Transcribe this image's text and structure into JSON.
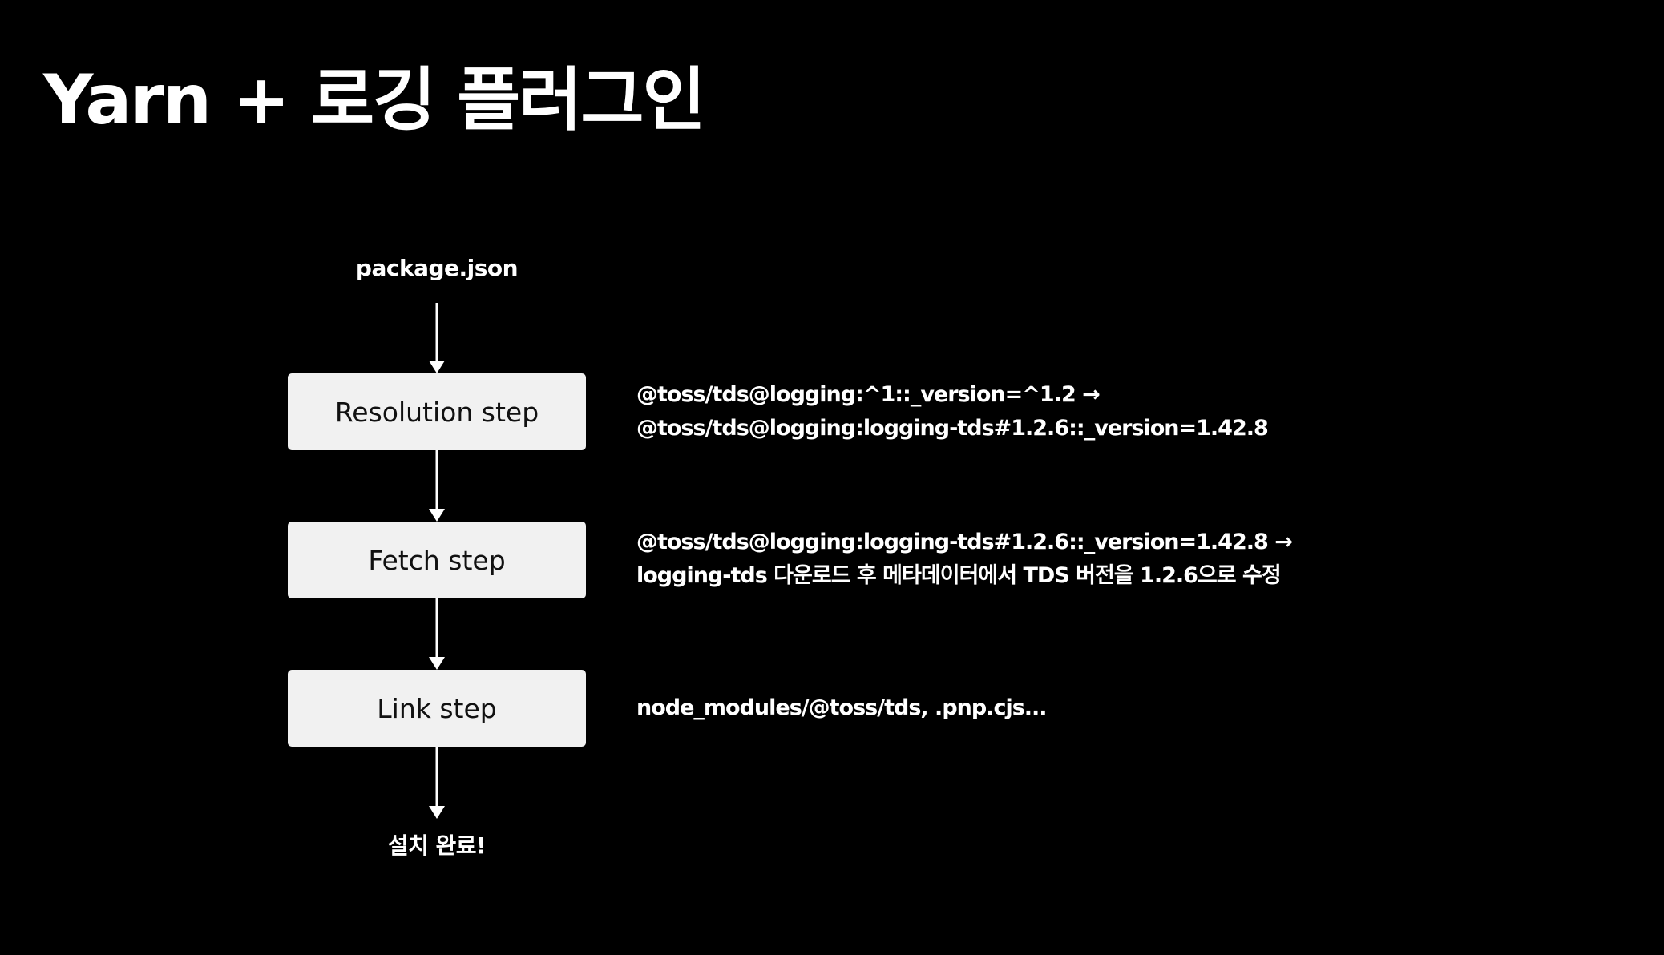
{
  "title": "Yarn + 로깅 플러그인",
  "diagram": {
    "start_label": "package.json",
    "end_label": "설치 완료!",
    "steps": [
      {
        "label": "Resolution step",
        "description_lines": [
          "@toss/tds@logging:^1::_version=^1.2 →",
          "@toss/tds@logging:logging-tds#1.2.6::_version=1.42.8"
        ]
      },
      {
        "label": "Fetch step",
        "description_lines": [
          "@toss/tds@logging:logging-tds#1.2.6::_version=1.42.8 →",
          "logging-tds 다운로드 후 메타데이터에서 TDS 버전을 1.2.6으로 수정"
        ]
      },
      {
        "label": "Link step",
        "description_lines": [
          "node_modules/@toss/tds, .pnp.cjs..."
        ]
      }
    ],
    "colors": {
      "background": "#000000",
      "box_fill": "#f1f1f1",
      "box_text": "#111111",
      "text": "#ffffff",
      "arrow": "#ffffff"
    }
  }
}
